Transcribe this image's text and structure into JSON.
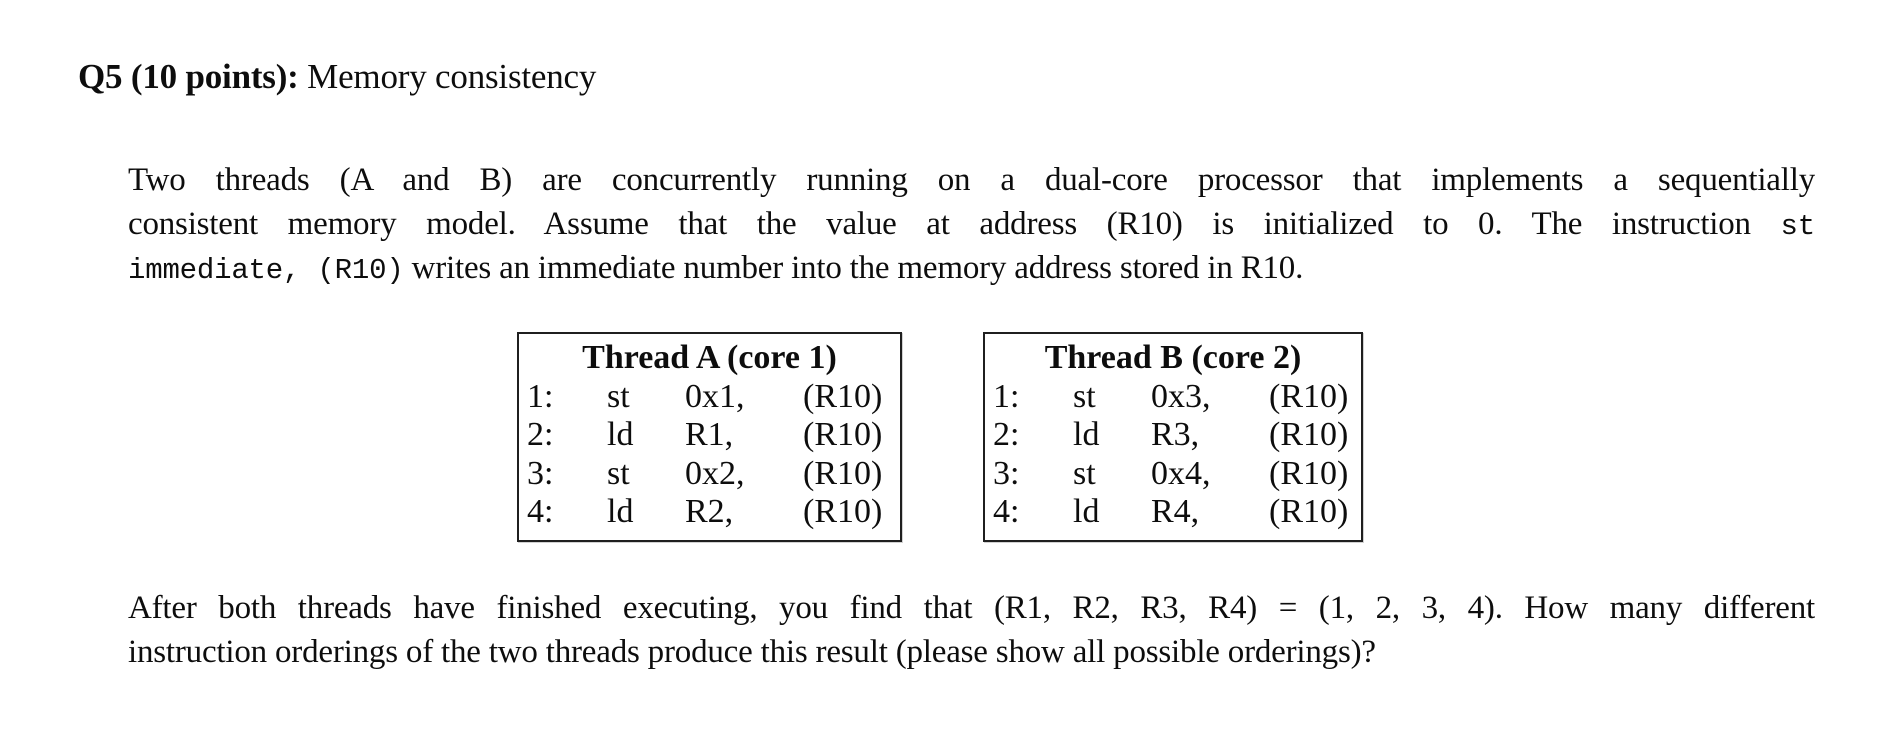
{
  "page": {
    "background": "#ffffff",
    "text_color": "#0d0d0d",
    "border_color": "#1f1f1f"
  },
  "heading": {
    "bold_part": "Q5 (10 points):",
    "rest_part": " Memory consistency"
  },
  "intro": {
    "lines": [
      {
        "justify": true,
        "segments": [
          {
            "mono": false,
            "text": "Two threads (A and B) are concurrently running on a dual-core processor that implements a sequentially"
          }
        ]
      },
      {
        "justify": true,
        "segments": [
          {
            "mono": false,
            "text": "consistent memory model. Assume that the value at address (R10) is initialized to 0. The instruction "
          },
          {
            "mono": true,
            "text": "st"
          }
        ]
      },
      {
        "justify": false,
        "segments": [
          {
            "mono": true,
            "text": "immediate, (R10)"
          },
          {
            "mono": false,
            "text": " writes an immediate number into the memory address stored in R10."
          }
        ]
      }
    ]
  },
  "tables": [
    {
      "title": "Thread A (core 1)",
      "rows": [
        [
          "1:",
          "st",
          "0x1,",
          "(R10)"
        ],
        [
          "2:",
          "ld",
          "R1,",
          "(R10)"
        ],
        [
          "3:",
          "st",
          "0x2,",
          "(R10)"
        ],
        [
          "4:",
          "ld",
          "R2,",
          "(R10)"
        ]
      ]
    },
    {
      "title": "Thread B (core 2)",
      "rows": [
        [
          "1:",
          "st",
          "0x3,",
          "(R10)"
        ],
        [
          "2:",
          "ld",
          "R3,",
          "(R10)"
        ],
        [
          "3:",
          "st",
          "0x4,",
          "(R10)"
        ],
        [
          "4:",
          "ld",
          "R4,",
          "(R10)"
        ]
      ]
    }
  ],
  "question": {
    "lines": [
      {
        "justify": true,
        "segments": [
          {
            "mono": false,
            "text": "After both threads have finished executing, you find that (R1, R2, R3, R4) = (1, 2, 3, 4). How many different"
          }
        ]
      },
      {
        "justify": false,
        "segments": [
          {
            "mono": false,
            "text": "instruction orderings of the two threads produce this result (please show all possible orderings)?"
          }
        ]
      }
    ]
  }
}
